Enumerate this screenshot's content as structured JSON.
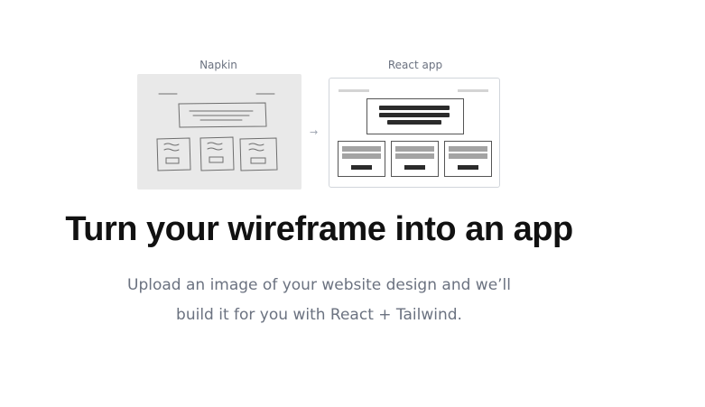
{
  "illustration": {
    "napkin_label": "Napkin",
    "react_label": "React app",
    "arrow_icon": "arrow-right-icon"
  },
  "hero": {
    "title": "Turn your wireframe into an app",
    "subtitle_line1": "Upload an image of your website design and we’ll",
    "subtitle_line2": "build it for you with React + Tailwind."
  },
  "colors": {
    "title": "#111111",
    "subtitle": "#6b7280",
    "napkin_bg": "#e9e9e9",
    "dark_bar": "#2b2b2b",
    "gray_bar": "#a3a3a3"
  }
}
